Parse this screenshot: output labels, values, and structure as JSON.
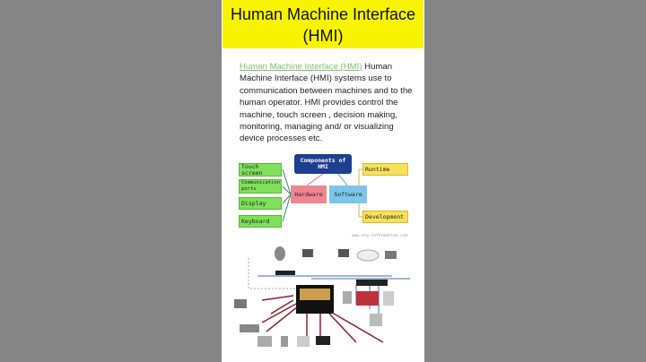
{
  "header": {
    "title_line1": "Human Machine Interface",
    "title_line2": "(HMI)"
  },
  "description": {
    "link": "Human Machine Interface (HMI)",
    "text": " Human Machine Interface (HMI) systems use to communication between machines and to the human operator. HMI provides control the machine, touch screen , decision making, monitoring, managing and/ or visualizing device processes etc."
  },
  "diagram": {
    "root": "Components of HMI",
    "hardware": "Hardware",
    "software": "Software",
    "hardware_items": [
      "Touch screen",
      "Communication ports",
      "Display",
      "Keyboard"
    ],
    "software_items": [
      "Runtime",
      "Development"
    ],
    "watermark": "www.erp-information.com",
    "colors": {
      "root": "#1d3f8f",
      "hardware": "#f08592",
      "software": "#7cc6ea",
      "hardware_items": "#7fe05a",
      "software_items": "#f7e15a"
    }
  }
}
